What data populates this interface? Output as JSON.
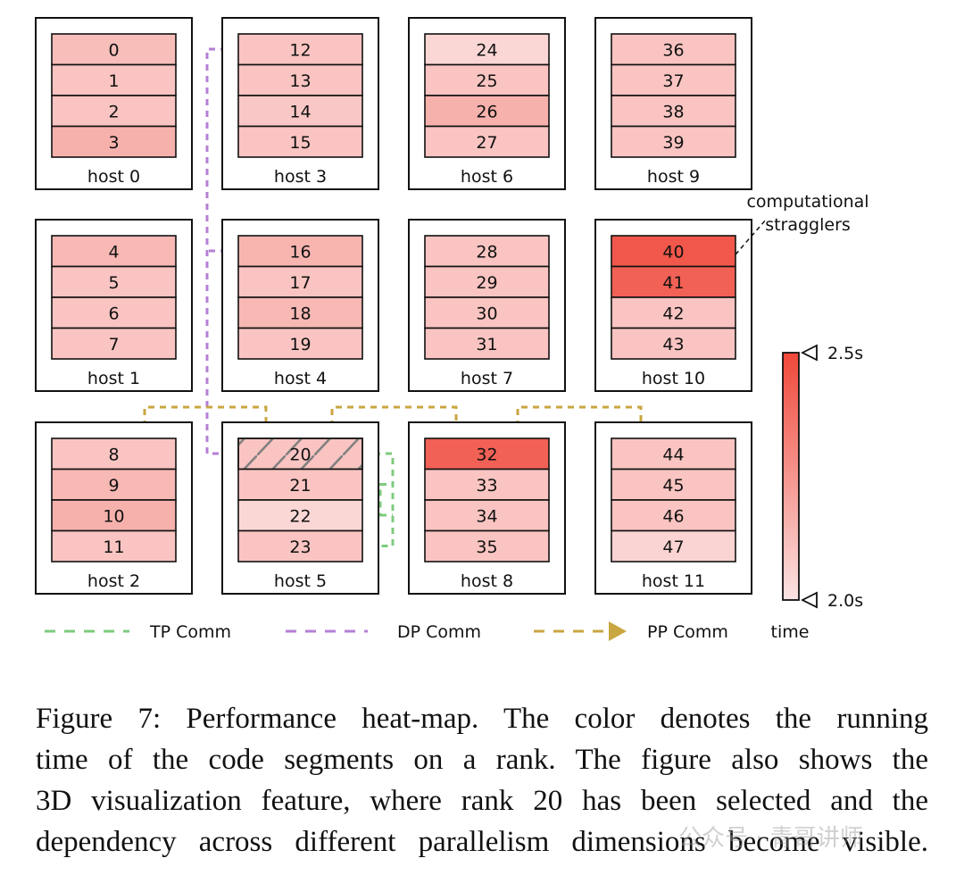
{
  "figure": {
    "hosts": [
      {
        "label": "host 0",
        "ranks": [
          {
            "id": "0",
            "t": 2.12
          },
          {
            "id": "1",
            "t": 2.1
          },
          {
            "id": "2",
            "t": 2.1
          },
          {
            "id": "3",
            "t": 2.16
          }
        ]
      },
      {
        "label": "host 3",
        "ranks": [
          {
            "id": "12",
            "t": 2.1
          },
          {
            "id": "13",
            "t": 2.1
          },
          {
            "id": "14",
            "t": 2.09
          },
          {
            "id": "15",
            "t": 2.1
          }
        ]
      },
      {
        "label": "host 6",
        "ranks": [
          {
            "id": "24",
            "t": 2.04
          },
          {
            "id": "25",
            "t": 2.1
          },
          {
            "id": "26",
            "t": 2.16
          },
          {
            "id": "27",
            "t": 2.1
          }
        ]
      },
      {
        "label": "host 9",
        "ranks": [
          {
            "id": "36",
            "t": 2.1
          },
          {
            "id": "37",
            "t": 2.1
          },
          {
            "id": "38",
            "t": 2.1
          },
          {
            "id": "39",
            "t": 2.1
          }
        ]
      },
      {
        "label": "host 1",
        "ranks": [
          {
            "id": "4",
            "t": 2.14
          },
          {
            "id": "5",
            "t": 2.1
          },
          {
            "id": "6",
            "t": 2.1
          },
          {
            "id": "7",
            "t": 2.1
          }
        ]
      },
      {
        "label": "host 4",
        "ranks": [
          {
            "id": "16",
            "t": 2.15
          },
          {
            "id": "17",
            "t": 2.1
          },
          {
            "id": "18",
            "t": 2.14
          },
          {
            "id": "19",
            "t": 2.1
          }
        ]
      },
      {
        "label": "host 7",
        "ranks": [
          {
            "id": "28",
            "t": 2.1
          },
          {
            "id": "29",
            "t": 2.1
          },
          {
            "id": "30",
            "t": 2.1
          },
          {
            "id": "31",
            "t": 2.1
          }
        ]
      },
      {
        "label": "host 10",
        "ranks": [
          {
            "id": "40",
            "t": 2.45
          },
          {
            "id": "41",
            "t": 2.42
          },
          {
            "id": "42",
            "t": 2.1
          },
          {
            "id": "43",
            "t": 2.1
          }
        ]
      },
      {
        "label": "host 2",
        "ranks": [
          {
            "id": "8",
            "t": 2.1
          },
          {
            "id": "9",
            "t": 2.14
          },
          {
            "id": "10",
            "t": 2.16
          },
          {
            "id": "11",
            "t": 2.1
          }
        ]
      },
      {
        "label": "host 5",
        "ranks": [
          {
            "id": "20",
            "t": 2.1,
            "selected": true
          },
          {
            "id": "21",
            "t": 2.1
          },
          {
            "id": "22",
            "t": 2.04
          },
          {
            "id": "23",
            "t": 2.1
          }
        ]
      },
      {
        "label": "host 8",
        "ranks": [
          {
            "id": "32",
            "t": 2.42
          },
          {
            "id": "33",
            "t": 2.1
          },
          {
            "id": "34",
            "t": 2.1
          },
          {
            "id": "35",
            "t": 2.1
          }
        ]
      },
      {
        "label": "host 11",
        "ranks": [
          {
            "id": "44",
            "t": 2.1
          },
          {
            "id": "45",
            "t": 2.1
          },
          {
            "id": "46",
            "t": 2.1
          },
          {
            "id": "47",
            "t": 2.05
          }
        ]
      }
    ],
    "colorbar": {
      "max_label": "2.5s",
      "min_label": "2.0s",
      "min": 2.0,
      "max": 2.5,
      "title": "time",
      "low_color": "#fbe3e3",
      "high_color": "#f0483a"
    },
    "annotation": {
      "line1": "computational",
      "line2": "stragglers"
    },
    "legend": {
      "tp": "TP Comm",
      "dp": "DP Comm",
      "pp": "PP Comm"
    },
    "colors": {
      "tp": "#7dcb7d",
      "dp": "#b57fd6",
      "pp": "#c9a640",
      "hatch": "#808080"
    }
  },
  "caption": {
    "lines": [
      "Figure 7: Performance heat-map. The color denotes the running",
      "time of the code segments on a rank. The figure also shows the",
      "3D visualization feature, where rank 20 has been selected and the",
      "dependency across different parallelism dimensions become visible."
    ]
  },
  "watermark": "公众号 · 青哥讲师"
}
